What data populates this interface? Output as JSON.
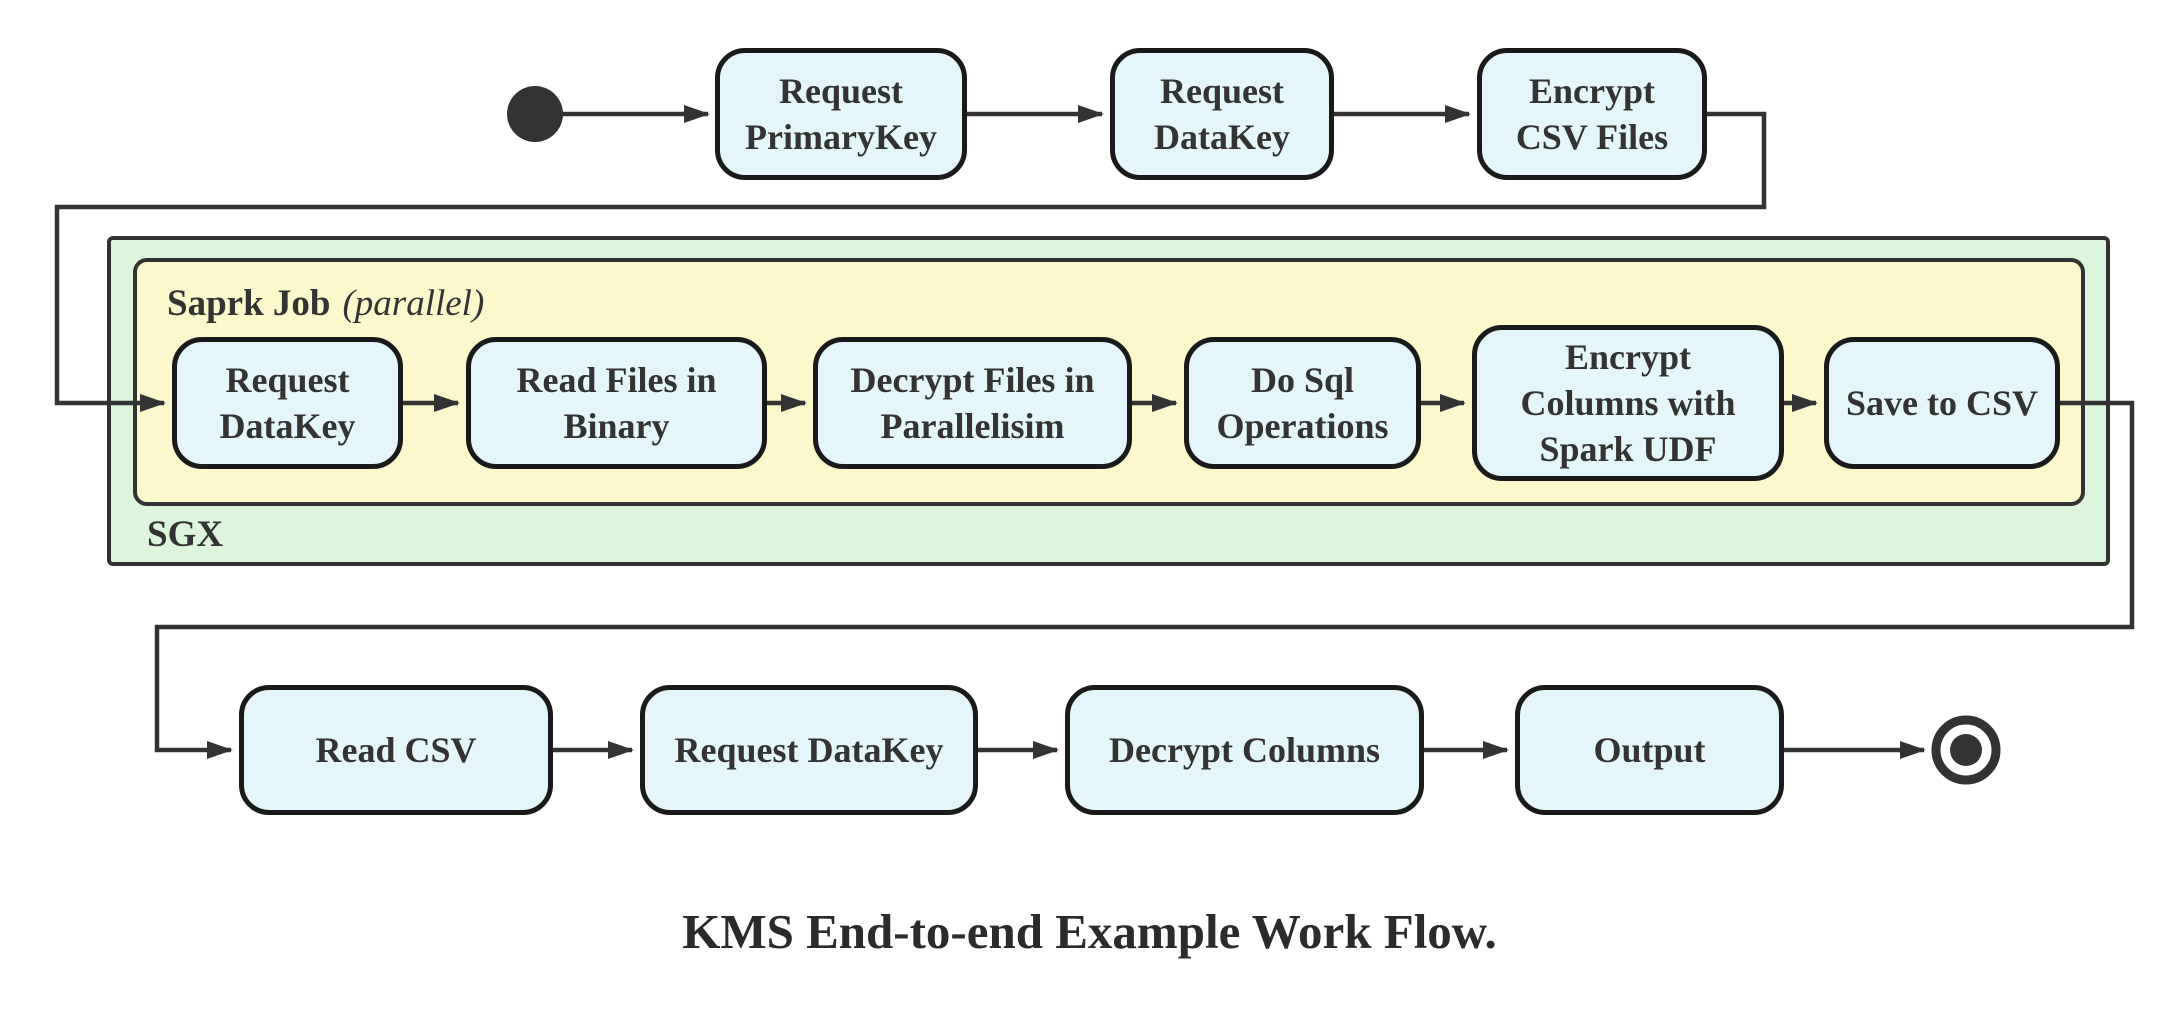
{
  "title": "KMS End-to-end Example Work Flow.",
  "colors": {
    "node_fill": "#E4F6FA",
    "node_border": "#1A1A1A",
    "sgx_fill": "#DDF5DC",
    "spark_fill": "#FBF8CB",
    "container_border": "#333333",
    "line": "#333333",
    "text": "#333333"
  },
  "containers": {
    "sgx": {
      "label": "SGX"
    },
    "spark": {
      "label_bold": "Saprk Job",
      "label_italic": "(parallel)"
    }
  },
  "flow": {
    "start_icon": "start-state",
    "end_icon": "end-state",
    "top": [
      "Request\nPrimaryKey",
      "Request\nDataKey",
      "Encrypt\nCSV Files"
    ],
    "sgx": [
      "Request\nDataKey",
      "Read Files in\nBinary",
      "Decrypt Files in\nParallelisim",
      "Do Sql\nOperations",
      "Encrypt\nColumns with\nSpark UDF",
      "Save to CSV"
    ],
    "bottom": [
      "Read CSV",
      "Request DataKey",
      "Decrypt Columns",
      "Output"
    ]
  }
}
